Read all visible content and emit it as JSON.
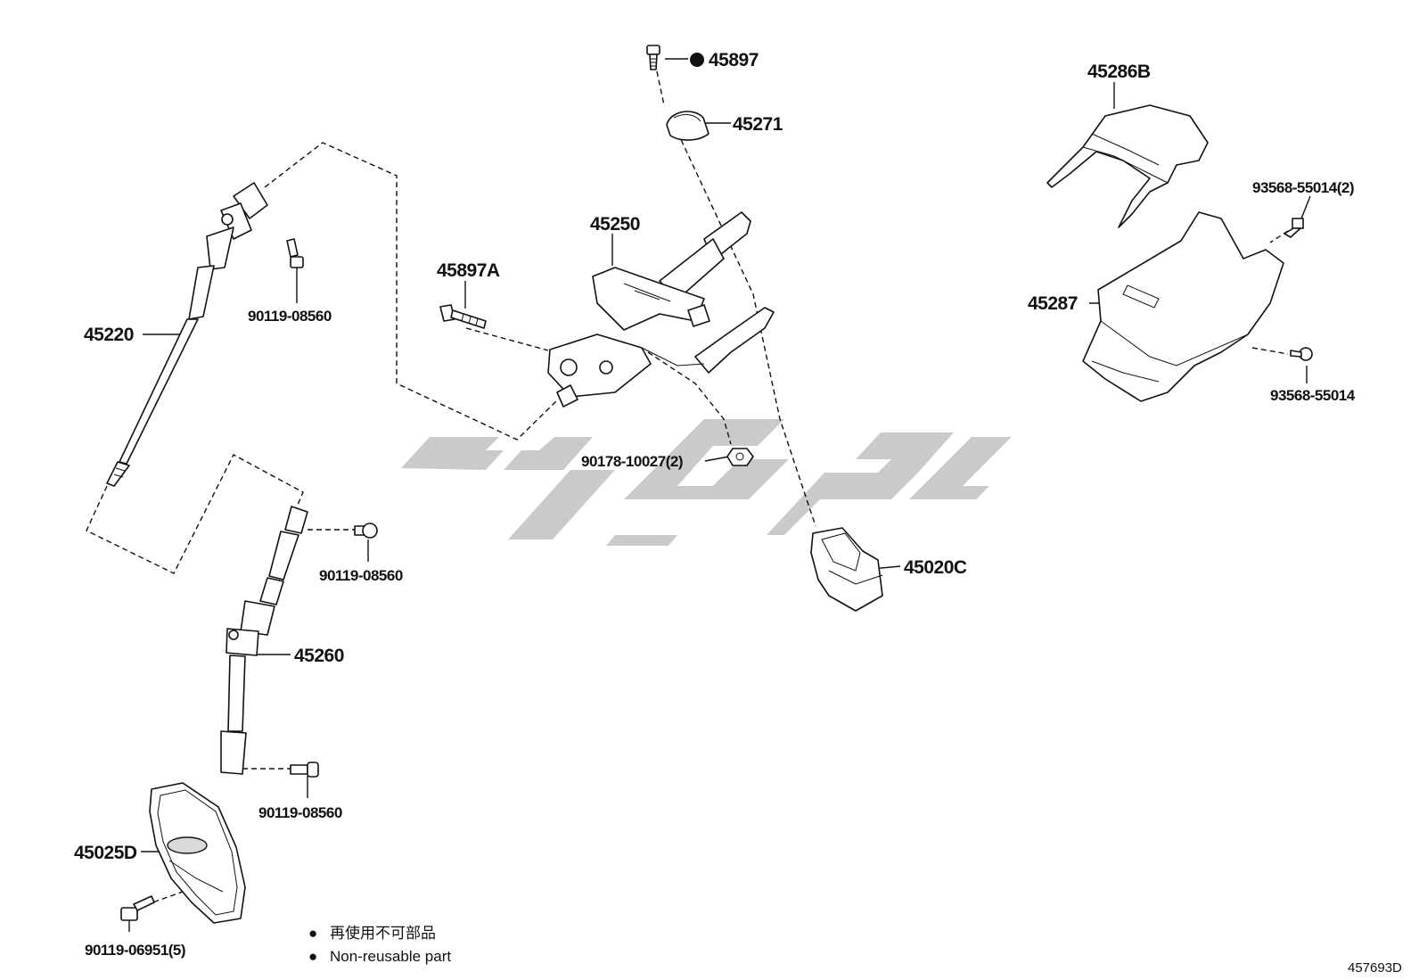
{
  "diagram_id": "457693D",
  "legend": {
    "symbol": "●",
    "line_ja": "再使用不可部品",
    "line_en": "Non-reusable part"
  },
  "parts": {
    "p45897": "45897",
    "p45271": "45271",
    "p45286B": "45286B",
    "p93568_55014_2": "93568-55014(2)",
    "p45250": "45250",
    "p45897A": "45897A",
    "p45287": "45287",
    "p45220": "45220",
    "p90119_08560_a": "90119-08560",
    "p93568_55014": "93568-55014",
    "p90178_10027_2": "90178-10027(2)",
    "p45020C": "45020C",
    "p90119_08560_b": "90119-08560",
    "p45260": "45260",
    "p90119_08560_c": "90119-08560",
    "p45025D": "45025D",
    "p90119_06951_5": "90119-06951(5)"
  },
  "colors": {
    "line": "#111111",
    "watermark": "#c6c6c6",
    "background": "#ffffff"
  }
}
